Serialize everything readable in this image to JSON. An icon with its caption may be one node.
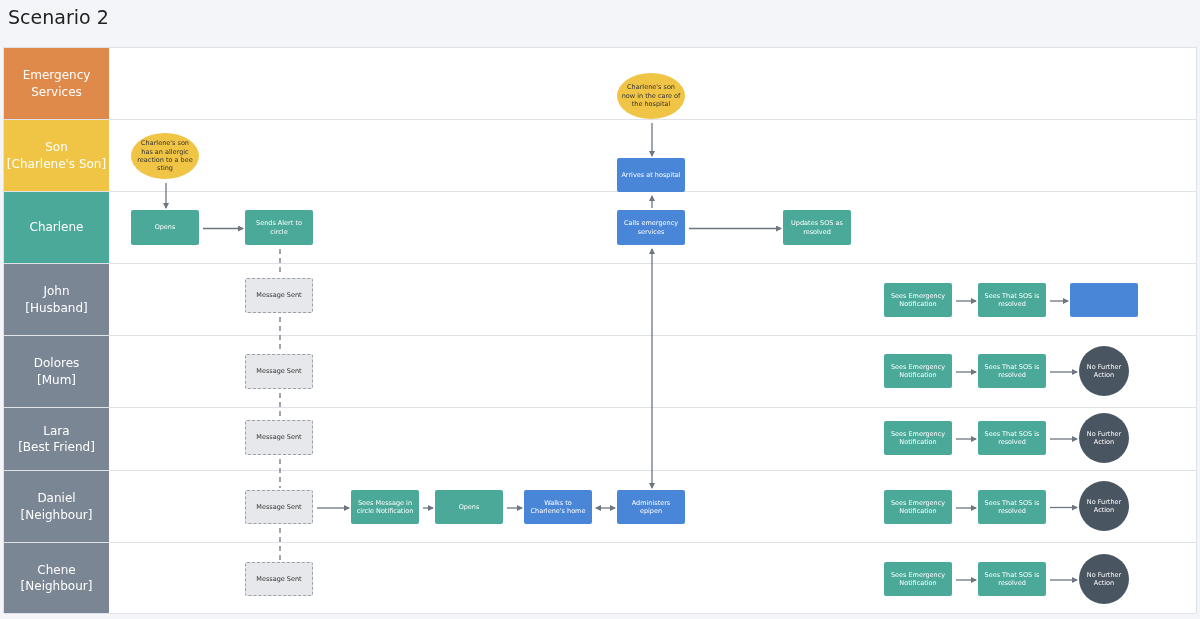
{
  "diagram": {
    "title": "Scenario 2",
    "nodes": [
      {
        "text": [
          "Emergency Services"
        ]
      },
      {
        "text": [
          "Charlene's son now in the care of the hospital"
        ],
        "in": 0
      },
      {
        "text": [
          "Son",
          "[Charlene's Son]"
        ]
      },
      {
        "text": [
          "Charlene's son has an allergic reaction to a bee sting"
        ],
        "in": 2
      },
      {
        "text": [
          "Arrives at hospital"
        ],
        "in": 2
      },
      {
        "text": [
          "Charlene"
        ]
      },
      {
        "text": [
          "Opens"
        ],
        "in": 5
      },
      {
        "text": [
          "Sends Alert to circle"
        ],
        "in": 5
      },
      {
        "text": [
          "Calls emergency services"
        ],
        "in": 5
      },
      {
        "text": [
          "Updates SOS as resolved"
        ],
        "in": 5
      },
      {
        "text": [
          "John",
          "[Husband]"
        ]
      },
      {
        "text": [
          "Message Sent"
        ],
        "in": 10
      },
      {
        "text": [
          "Sees Emergency Notification"
        ],
        "in": 10
      },
      {
        "text": [
          "Sees That SOS is resolved"
        ],
        "in": 10
      },
      {
        "text": [],
        "shape": "box",
        "in": 10
      },
      {
        "text": [
          "Dolores",
          "[Mum]"
        ]
      },
      {
        "text": [
          "Message Sent"
        ],
        "in": 15
      },
      {
        "text": [
          "Sees Emergency Notification"
        ],
        "in": 15
      },
      {
        "text": [
          "Sees That SOS is resolved"
        ],
        "in": 15
      },
      {
        "text": [
          "No Further Action"
        ],
        "in": 15
      },
      {
        "text": [
          "Lara",
          "[Best Friend]"
        ]
      },
      {
        "text": [
          "Message Sent"
        ],
        "in": 20
      },
      {
        "text": [
          "Sees Emergency Notification"
        ],
        "in": 20
      },
      {
        "text": [
          "Sees That SOS is resolved"
        ],
        "in": 20
      },
      {
        "text": [
          "No Further Action"
        ],
        "in": 20
      },
      {
        "text": [
          "Daniel",
          "[Neighbour]"
        ]
      },
      {
        "text": [
          "Message Sent"
        ],
        "in": 25
      },
      {
        "text": [
          "Sees Message in circle Notification"
        ],
        "in": 25
      },
      {
        "text": [
          "Opens"
        ],
        "in": 25
      },
      {
        "text": [
          "Walks to Charlene's home"
        ],
        "in": 25
      },
      {
        "text": [
          "Administers epipen"
        ],
        "in": 25
      },
      {
        "text": [
          "Sees Emergency Notification"
        ],
        "in": 25
      },
      {
        "text": [
          "Sees That SOS is resolved"
        ],
        "in": 25
      },
      {
        "text": [
          "No Further Action"
        ],
        "in": 25
      },
      {
        "text": [
          "Chene",
          "[Neighbour]"
        ]
      },
      {
        "text": [
          "Message Sent"
        ],
        "in": 34
      },
      {
        "text": [
          "Sees Emergency Notification"
        ],
        "in": 34
      },
      {
        "text": [
          "Sees That SOS is resolved"
        ],
        "in": 34
      },
      {
        "text": [
          "No Further Action"
        ],
        "in": 34
      }
    ],
    "edges": [
      {
        "from": 3,
        "to": 6,
        "arrow": "to"
      },
      {
        "from": 6,
        "to": 7,
        "arrow": "to"
      },
      {
        "from": 7,
        "to": 11,
        "arrow": "none",
        "style": "dashed"
      },
      {
        "from": 11,
        "to": 16,
        "arrow": "none",
        "style": "dashed"
      },
      {
        "from": 16,
        "to": 21,
        "arrow": "none",
        "style": "dashed"
      },
      {
        "from": 21,
        "to": 26,
        "arrow": "none",
        "style": "dashed"
      },
      {
        "from": 26,
        "to": 35,
        "arrow": "none",
        "style": "dashed"
      },
      {
        "from": 1,
        "to": 4,
        "arrow": "to"
      },
      {
        "from": 8,
        "to": 4,
        "arrow": "to"
      },
      {
        "from": 8,
        "to": 9,
        "arrow": "to"
      },
      {
        "from": 30,
        "to": 8,
        "arrow": "both"
      },
      {
        "from": 26,
        "to": 27,
        "arrow": "to"
      },
      {
        "from": 27,
        "to": 28,
        "arrow": "to"
      },
      {
        "from": 28,
        "to": 29,
        "arrow": "to"
      },
      {
        "from": 29,
        "to": 30,
        "arrow": "both"
      },
      {
        "from": 12,
        "to": 13,
        "arrow": "to"
      },
      {
        "from": 13,
        "to": 14,
        "arrow": "to"
      },
      {
        "from": 17,
        "to": 18,
        "arrow": "to"
      },
      {
        "from": 18,
        "to": 19,
        "arrow": "to"
      },
      {
        "from": 22,
        "to": 23,
        "arrow": "to"
      },
      {
        "from": 23,
        "to": 24,
        "arrow": "to"
      },
      {
        "from": 31,
        "to": 32,
        "arrow": "to"
      },
      {
        "from": 32,
        "to": 33,
        "arrow": "to"
      },
      {
        "from": 36,
        "to": 37,
        "arrow": "to"
      },
      {
        "from": 37,
        "to": 38,
        "arrow": "to"
      }
    ]
  }
}
